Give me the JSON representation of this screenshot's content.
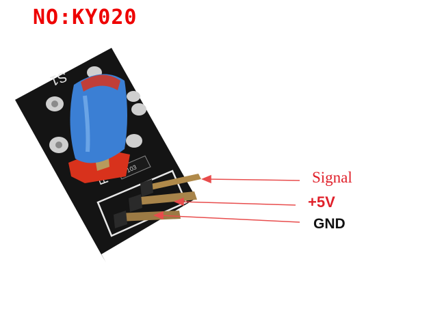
{
  "title": "NO:KY020",
  "board": {
    "silkscreen_s1": "S1",
    "silkscreen_r1": "R1",
    "resistor_code": "103"
  },
  "pins": [
    {
      "label": "Signal",
      "color": "#e0202a"
    },
    {
      "label": "+5V",
      "color": "#e0202a"
    },
    {
      "label": "GND",
      "color": "#111111"
    }
  ],
  "colors": {
    "pcb": "#141414",
    "tilt_switch": "#3b7fd4",
    "switch_base": "#d8321c",
    "arrow": "#e84c4c",
    "pads": "#c8c8c8",
    "header_pins": "#b08a4a"
  }
}
